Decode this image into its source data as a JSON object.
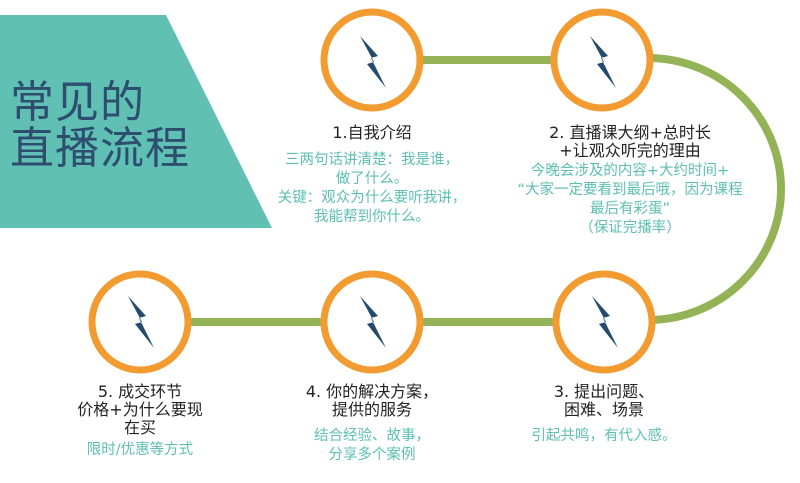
{
  "title": {
    "line1": "常见的",
    "line2": "直播流程"
  },
  "colors": {
    "panel": "#60c0b4",
    "title_text": "#2d4e6e",
    "circle_stroke": "#f29b30",
    "connector": "#93b356",
    "bolt": "#234b6e",
    "heading_text": "#222222",
    "desc_text": "#5cbfb2"
  },
  "steps": [
    {
      "head": [
        "1.自我介绍"
      ],
      "desc": [
        "三两句话讲清楚：我是谁，",
        "做了什么。",
        "关键：观众为什么要听我讲，",
        "我能帮到你什么。"
      ],
      "icon": "lightning-bolt-icon"
    },
    {
      "head": [
        "2. 直播课大纲+总时长",
        "+让观众听完的理由"
      ],
      "desc": [
        "今晚会涉及的内容+大约时间+",
        "“大家一定要看到最后哦，因为课程",
        "最后有彩蛋”",
        "（保证完播率）"
      ],
      "icon": "lightning-bolt-icon"
    },
    {
      "head": [
        "3. 提出问题、",
        "困难、场景"
      ],
      "desc": [
        "引起共鸣，有代入感。"
      ],
      "icon": "lightning-bolt-icon"
    },
    {
      "head": [
        "4. 你的解决方案，",
        "提供的服务"
      ],
      "desc": [
        "结合经验、故事，",
        "分享多个案例"
      ],
      "icon": "lightning-bolt-icon"
    },
    {
      "head": [
        "5. 成交环节",
        "价格+为什么要现",
        "在买"
      ],
      "desc": [
        "限时/优惠等方式"
      ],
      "icon": "lightning-bolt-icon"
    }
  ]
}
